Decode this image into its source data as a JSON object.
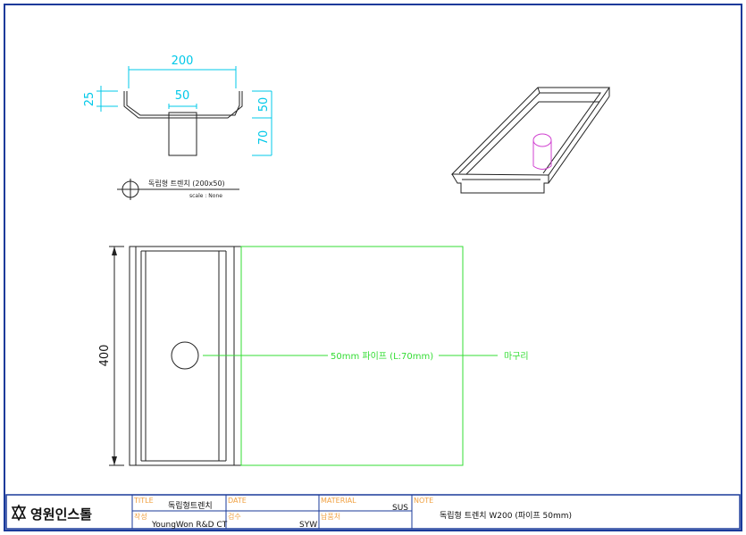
{
  "views": {
    "section": {
      "dim_width": "200",
      "dim_height_flange": "25",
      "dim_pipe_width": "50",
      "dim_right_upper": "50",
      "dim_right_lower": "70"
    },
    "caption": {
      "title": "독립형 트렌치 (200x50)",
      "scale": "scale : None"
    },
    "plan": {
      "dim_length": "400",
      "pipe_callout": "50mm 파이프 (L:70mm)",
      "grate_callout": "마구리"
    }
  },
  "title_block": {
    "company": "영원인스톨",
    "title_label": "TITLE",
    "title_value": "독립형트렌치",
    "author_label": "작성",
    "author_value": "YoungWon R&D CT",
    "date_label": "DATE",
    "date_value": "",
    "check_label": "검수",
    "check_value": "SYW",
    "material_label": "MATERIAL",
    "material_value": "SUS",
    "vendor_label": "납품처",
    "vendor_value": "",
    "note_label": "NOTE",
    "note_value": "독립형 트렌치 W200 (파이프 50mm)"
  },
  "colors": {
    "dimension": "#00c8e8",
    "outline": "#222222",
    "callout": "#33dd33",
    "pipe_3d": "#d040d0",
    "label": "#f0a040",
    "frame": "#1a3a9a"
  }
}
